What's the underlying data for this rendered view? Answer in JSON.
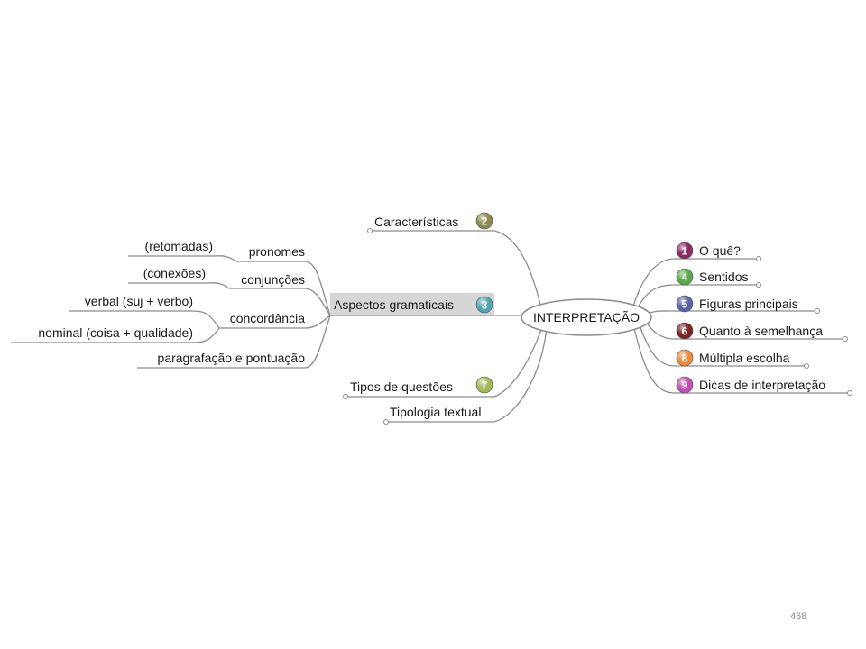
{
  "mindmap": {
    "central": {
      "label": "INTERPRETAÇÃO"
    },
    "left": {
      "caracteristicas": {
        "label": "Características",
        "badge": "2",
        "badge_color": "#8c8a4e"
      },
      "aspectos": {
        "label": "Aspectos gramaticais",
        "badge": "3",
        "badge_color": "#4fa6b6",
        "highlight_color": "#d6d6d6"
      },
      "tipos_questoes": {
        "label": "Tipos de questões",
        "badge": "7",
        "badge_color": "#9fba56"
      },
      "tipologia": {
        "label": "Tipologia textual"
      },
      "aspectos_children": {
        "pronomes": {
          "label": "pronomes",
          "note": "(retomadas)"
        },
        "conjuncoes": {
          "label": "conjunções",
          "note": "(conexões)"
        },
        "concordancia": {
          "label": "concordância",
          "note_verbal": "verbal (suj + verbo)",
          "note_nominal": "nominal (coisa + qualidade)"
        },
        "paragrafacao": {
          "label": "paragrafação e pontuação"
        }
      }
    },
    "right": [
      {
        "label": "O quê?",
        "badge": "1",
        "badge_color": "#8a2a63"
      },
      {
        "label": "Sentidos",
        "badge": "4",
        "badge_color": "#5aaa4a"
      },
      {
        "label": "Figuras principais",
        "badge": "5",
        "badge_color": "#5a64a8"
      },
      {
        "label": "Quanto à semelhança",
        "badge": "6",
        "badge_color": "#7a2424"
      },
      {
        "label": "Múltipla escolha",
        "badge": "8",
        "badge_color": "#f08a3a"
      },
      {
        "label": "Dicas de interpretação",
        "badge": "9",
        "badge_color": "#c44fb8"
      }
    ],
    "line_color": "#8c8c8c"
  },
  "footer": {
    "page_number": "468"
  }
}
